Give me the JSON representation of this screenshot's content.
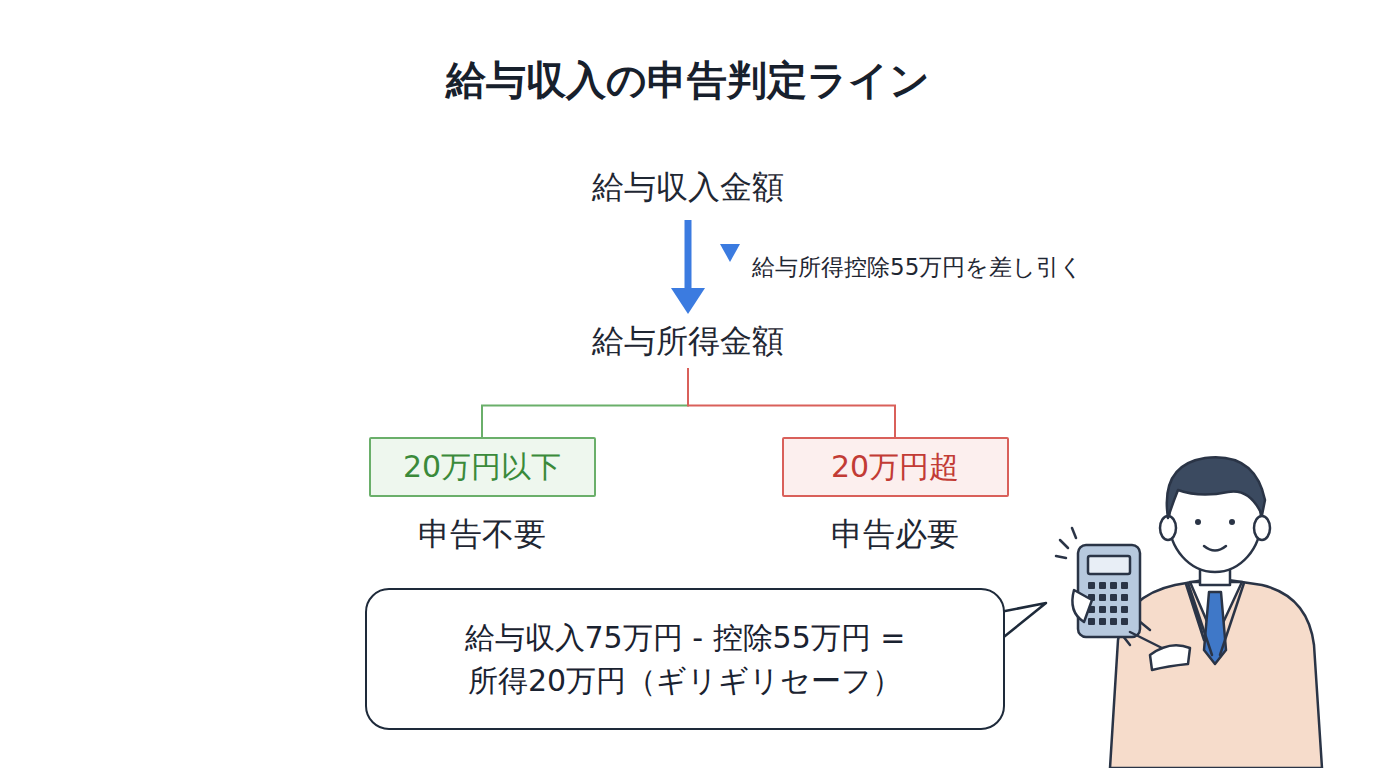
{
  "diagram": {
    "title": "給与収入の申告判定ライン",
    "nodes": [
      {
        "text": [
          "給与収入金額"
        ]
      },
      {
        "text": [
          "給与所得金額"
        ]
      },
      {
        "text": [
          "20万円以下",
          "申告不要"
        ]
      },
      {
        "text": [
          "20万円超",
          "申告必要"
        ]
      },
      {
        "text": [
          "給与収入75万円 - 控除55万円 = 所得20万円（ギリギリセーフ）"
        ]
      }
    ],
    "edges": [
      {
        "from": 0,
        "to": 1,
        "arrow": "to",
        "label": "給与所得控除55万円を差し引く"
      },
      {
        "from": 1,
        "to": 2,
        "arrow": "none"
      },
      {
        "from": 1,
        "to": 3,
        "arrow": "none"
      }
    ]
  }
}
